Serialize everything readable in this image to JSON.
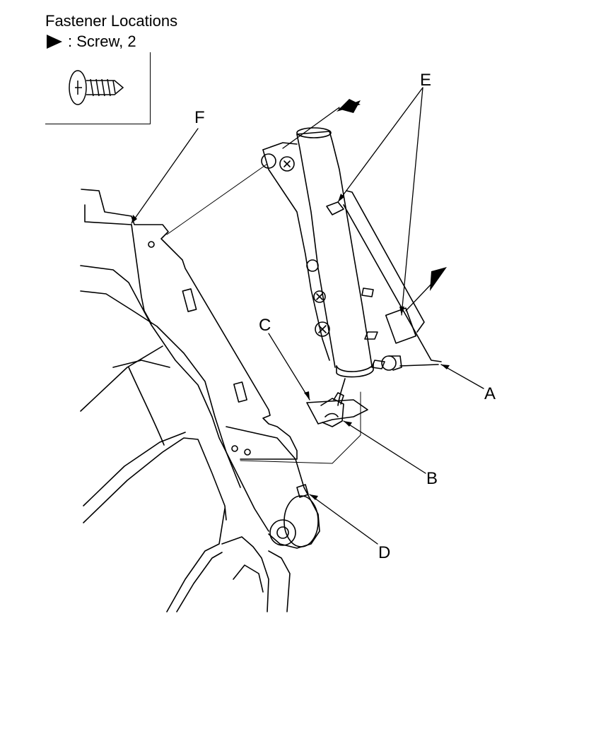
{
  "legend": {
    "title": "Fastener Locations",
    "screw_label": ": Screw, 2"
  },
  "callouts": {
    "a": "A",
    "b": "B",
    "c": "C",
    "d": "D",
    "e": "E",
    "f": "F"
  }
}
